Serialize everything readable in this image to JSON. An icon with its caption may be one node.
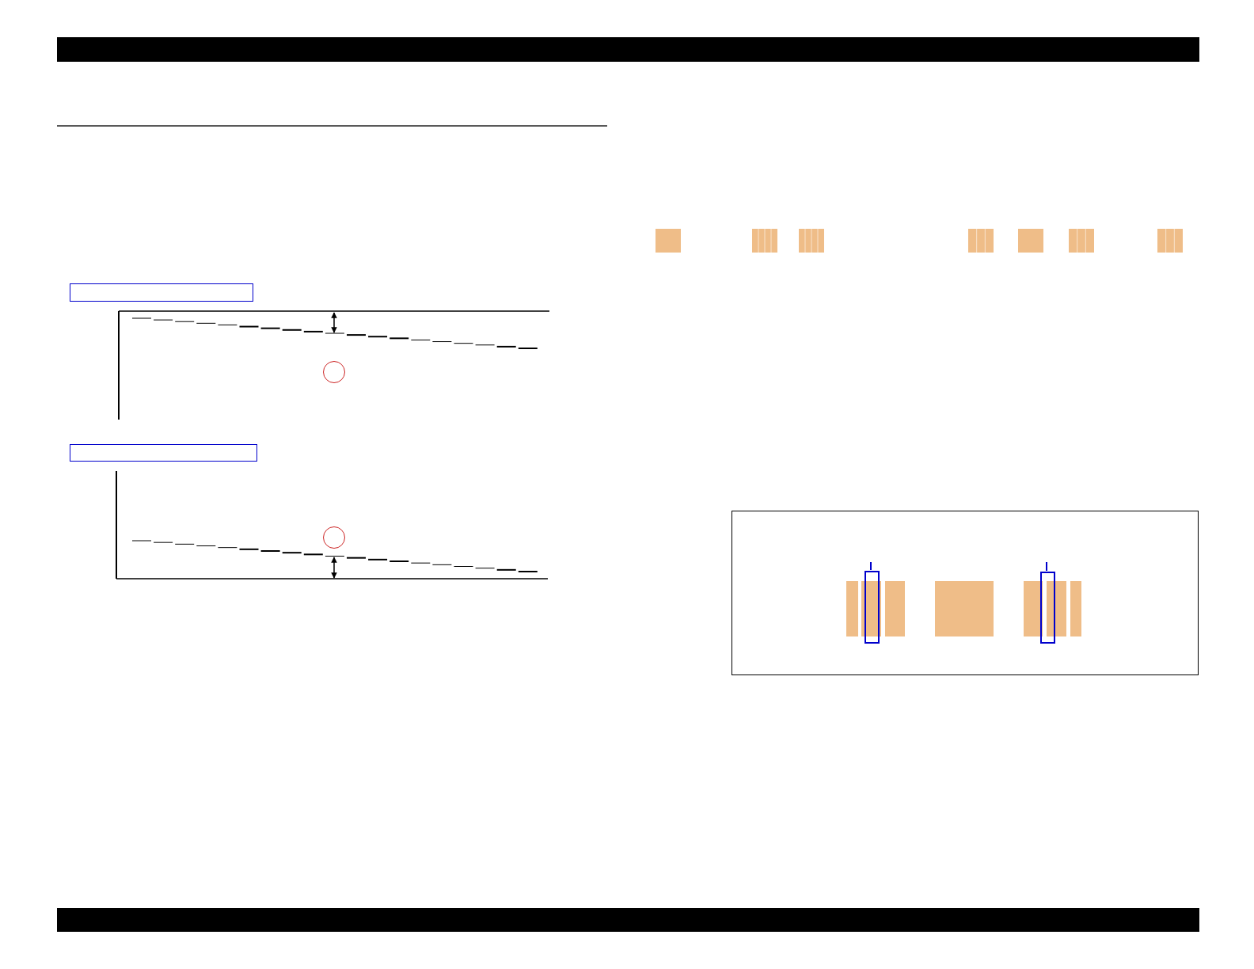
{
  "diagram": {
    "nodes": [
      {
        "text": [],
        "shape": "box"
      },
      {
        "text": [],
        "shape": "circle"
      },
      {
        "text": [],
        "shape": "box"
      },
      {
        "text": [],
        "shape": "circle"
      },
      {
        "text": [],
        "shape": "box"
      },
      {
        "text": [],
        "shape": "box",
        "in": 4
      },
      {
        "text": [],
        "shape": "box",
        "in": 4
      }
    ]
  }
}
